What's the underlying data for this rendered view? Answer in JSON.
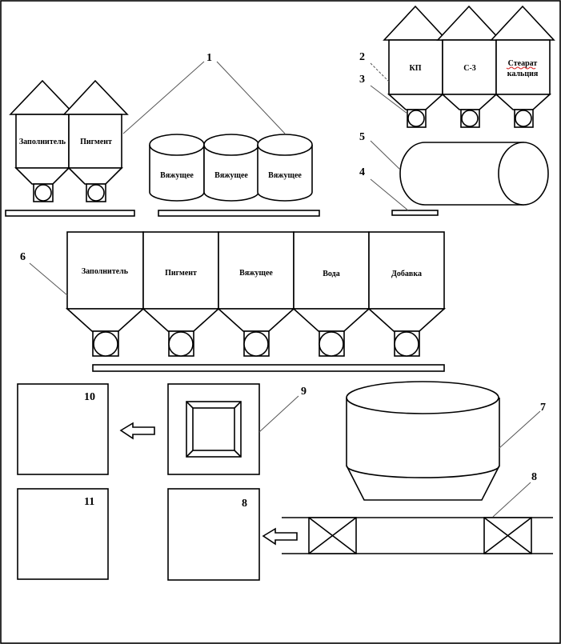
{
  "labels": {
    "bins_left": [
      "Заполнитель",
      "Пигмент"
    ],
    "drums": [
      "Вяжущее",
      "Вяжущее",
      "Вяжущее"
    ],
    "bins_right": [
      "КП",
      "С-3",
      "Стеарат",
      "кальция"
    ],
    "dosers": [
      "Заполнитель",
      "Пигмент",
      "Вяжущее",
      "Вода",
      "Добавка"
    ]
  },
  "numbers": [
    "1",
    "2",
    "3",
    "4",
    "5",
    "6",
    "7",
    "8",
    "9",
    "10",
    "11",
    "8"
  ]
}
